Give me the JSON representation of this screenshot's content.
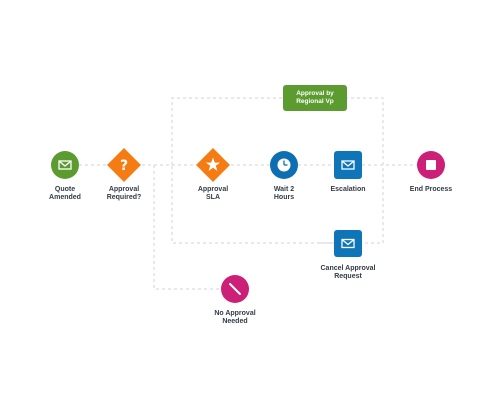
{
  "colors": {
    "start": "#5c9b2f",
    "decision": "#f57c12",
    "wait": "#0d6fb2",
    "action": "#0d75b8",
    "end": "#cc1f77",
    "connector": "#cfd3d8",
    "label": "#333b47"
  },
  "nodes": {
    "quote_amended": {
      "icon": "envelope-icon",
      "label_line1": "Quote",
      "label_line2": "Amended"
    },
    "approval_required": {
      "icon": "question-icon",
      "label_line1": "Approval",
      "label_line2": "Required?"
    },
    "approval_sla": {
      "icon": "star-icon",
      "label_line1": "Approval",
      "label_line2": "SLA"
    },
    "wait_2_hours": {
      "icon": "clock-icon",
      "label_line1": "Wait 2",
      "label_line2": "Hours"
    },
    "escalation": {
      "icon": "envelope-icon",
      "label_line1": "Escalation",
      "label_line2": ""
    },
    "end_process": {
      "icon": "stop-icon",
      "label_line1": "End Process",
      "label_line2": ""
    },
    "cancel_approval_request": {
      "icon": "envelope-icon",
      "label_line1": "Cancel Approval",
      "label_line2": "Request"
    },
    "no_approval_needed": {
      "icon": "slash-icon",
      "label_line1": "No Approval",
      "label_line2": "Needed"
    }
  },
  "note": {
    "line1": "Approval by",
    "line2": "Regional Vp"
  }
}
